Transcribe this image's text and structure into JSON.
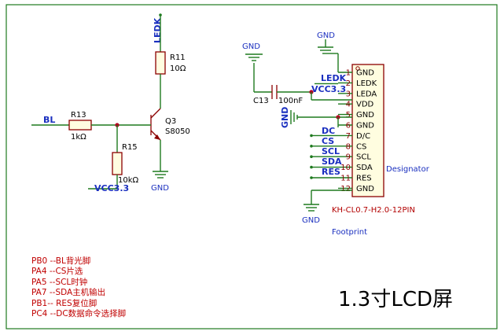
{
  "title": "1.3寸LCD屏",
  "nets": {
    "ledk_top": "LEDK",
    "bl": "BL",
    "vcc_left": "VCC3.3",
    "gnd_q3": "GND",
    "gnd_c13": "GND",
    "gnd_conn_top": "GND",
    "ledk_conn": "LEDK",
    "vcc_conn": "VCC3.3",
    "gnd_mid": "GND",
    "dc": "DC",
    "cs": "CS",
    "scl": "SCL",
    "sda": "SDA",
    "res": "RES",
    "gnd_bottom": "GND"
  },
  "components": {
    "r11": {
      "ref": "R11",
      "value": "10Ω"
    },
    "r13": {
      "ref": "R13",
      "value": "1kΩ"
    },
    "r15": {
      "ref": "R15",
      "value": "10kΩ"
    },
    "q3": {
      "ref": "Q3",
      "value": "S8050"
    },
    "c13": {
      "ref": "C13",
      "value": "100nF"
    }
  },
  "connector": {
    "designator": "Designator",
    "part": "KH-CL0.7-H2.0-12PIN",
    "footprint": "Footprint",
    "pins": [
      {
        "num": "1",
        "name": "GND"
      },
      {
        "num": "2",
        "name": "LEDK"
      },
      {
        "num": "3",
        "name": "LEDA"
      },
      {
        "num": "4",
        "name": "VDD"
      },
      {
        "num": "5",
        "name": "GND"
      },
      {
        "num": "6",
        "name": "GND"
      },
      {
        "num": "7",
        "name": "D/C"
      },
      {
        "num": "8",
        "name": "CS"
      },
      {
        "num": "9",
        "name": "SCL"
      },
      {
        "num": "10",
        "name": "SDA"
      },
      {
        "num": "11",
        "name": "RES"
      },
      {
        "num": "12",
        "name": "GND"
      }
    ]
  },
  "notes": [
    "PB0 --BL背光脚",
    "PA4 --CS片选",
    "PA5 --SCL时钟",
    "PA7 --SDA主机输出",
    "PB1-- RES复位脚",
    "PC4 --DC数据命令选择脚"
  ],
  "colors": {
    "wire": "#1e7a1e",
    "component": "#8b0000",
    "net_label": "#1a2fbf",
    "note": "#c00000",
    "frame": "#1e7a1e"
  }
}
